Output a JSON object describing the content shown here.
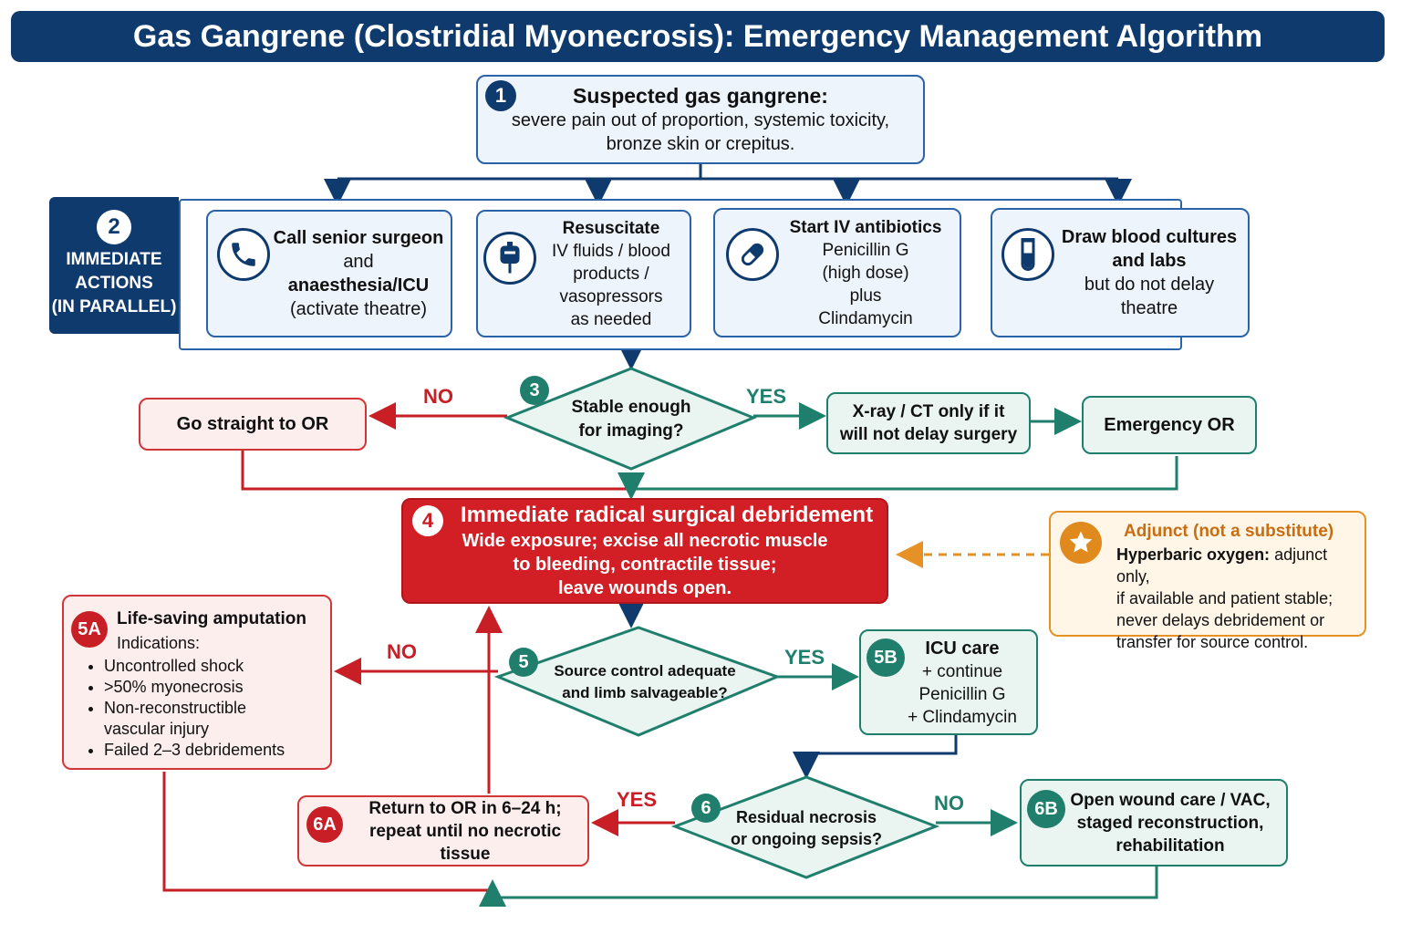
{
  "title": "Gas Gangrene (Clostridial Myonecrosis): Emergency Management Algorithm",
  "step1": {
    "num": "1",
    "heading": "Suspected gas gangrene:",
    "text1": "severe pain out of proportion, systemic toxicity,",
    "text2": "bronze skin or crepitus."
  },
  "step2": {
    "num": "2",
    "label1": "IMMEDIATE",
    "label2": "ACTIONS",
    "label3": "(IN PARALLEL)",
    "actions": [
      {
        "icon": "phone-icon",
        "l1": "Call senior surgeon",
        "l2": "and",
        "l3": "anaesthesia/ICU",
        "l4": "(activate theatre)"
      },
      {
        "icon": "iv-bag-icon",
        "l1": "Resuscitate",
        "l2": "IV fluids / blood",
        "l3": "products /",
        "l4": "vasopressors",
        "l5": "as needed"
      },
      {
        "icon": "capsule-icon",
        "l1": "Start IV antibiotics",
        "l2": "Penicillin G",
        "l3": "(high dose)",
        "l4": "plus",
        "l5": "Clindamycin"
      },
      {
        "icon": "test-tube-icon",
        "l1": "Draw blood cultures",
        "l2": "and labs",
        "l3": "but do not delay",
        "l4": "theatre"
      }
    ]
  },
  "step3": {
    "num": "3",
    "q1": "Stable enough",
    "q2": "for imaging?",
    "no": "NO",
    "yes": "YES",
    "no_box": "Go straight to OR",
    "imaging1": "X-ray / CT only if it",
    "imaging2": "will not delay surgery",
    "or_box": "Emergency OR"
  },
  "step4": {
    "num": "4",
    "heading": "Immediate radical surgical debridement",
    "t1": "Wide exposure; excise all necrotic muscle",
    "t2": "to bleeding, contractile tissue;",
    "t3": "leave wounds open."
  },
  "adjunct": {
    "heading": "Adjunct (not a substitute)",
    "bold": "Hyperbaric oxygen:",
    "t1": " adjunct only,",
    "t2": "if available and patient stable;",
    "t3": "never delays debridement or",
    "t4": "transfer for source control."
  },
  "step5": {
    "num": "5",
    "q1": "Source control adequate",
    "q2": "and limb salvageable?",
    "no": "NO",
    "yes": "YES"
  },
  "step5a": {
    "num": "5A",
    "heading": "Life-saving amputation",
    "sub": "Indications:",
    "items": [
      "Uncontrolled shock",
      ">50% myonecrosis",
      "Non-reconstructible",
      "Failed 2–3 debridements"
    ],
    "item3b": "vascular injury"
  },
  "step5b": {
    "num": "5B",
    "l1": "ICU care",
    "l2": "+ continue",
    "l3": "Penicillin G",
    "l4": "+ Clindamycin"
  },
  "step6": {
    "num": "6",
    "q1": "Residual necrosis",
    "q2": "or ongoing sepsis?",
    "yes": "YES",
    "no": "NO"
  },
  "step6a": {
    "num": "6A",
    "l1": "Return to OR in 6–24 h;",
    "l2": "repeat until no necrotic tissue"
  },
  "step6b": {
    "num": "6B",
    "l1": "Open wound care / VAC,",
    "l2": "staged reconstruction,",
    "l3": "rehabilitation"
  },
  "colors": {
    "navy": "#0f3a6e",
    "blue": "#2b63a8",
    "green": "#1f7f6c",
    "red": "#d21f26",
    "amber": "#e59126"
  }
}
